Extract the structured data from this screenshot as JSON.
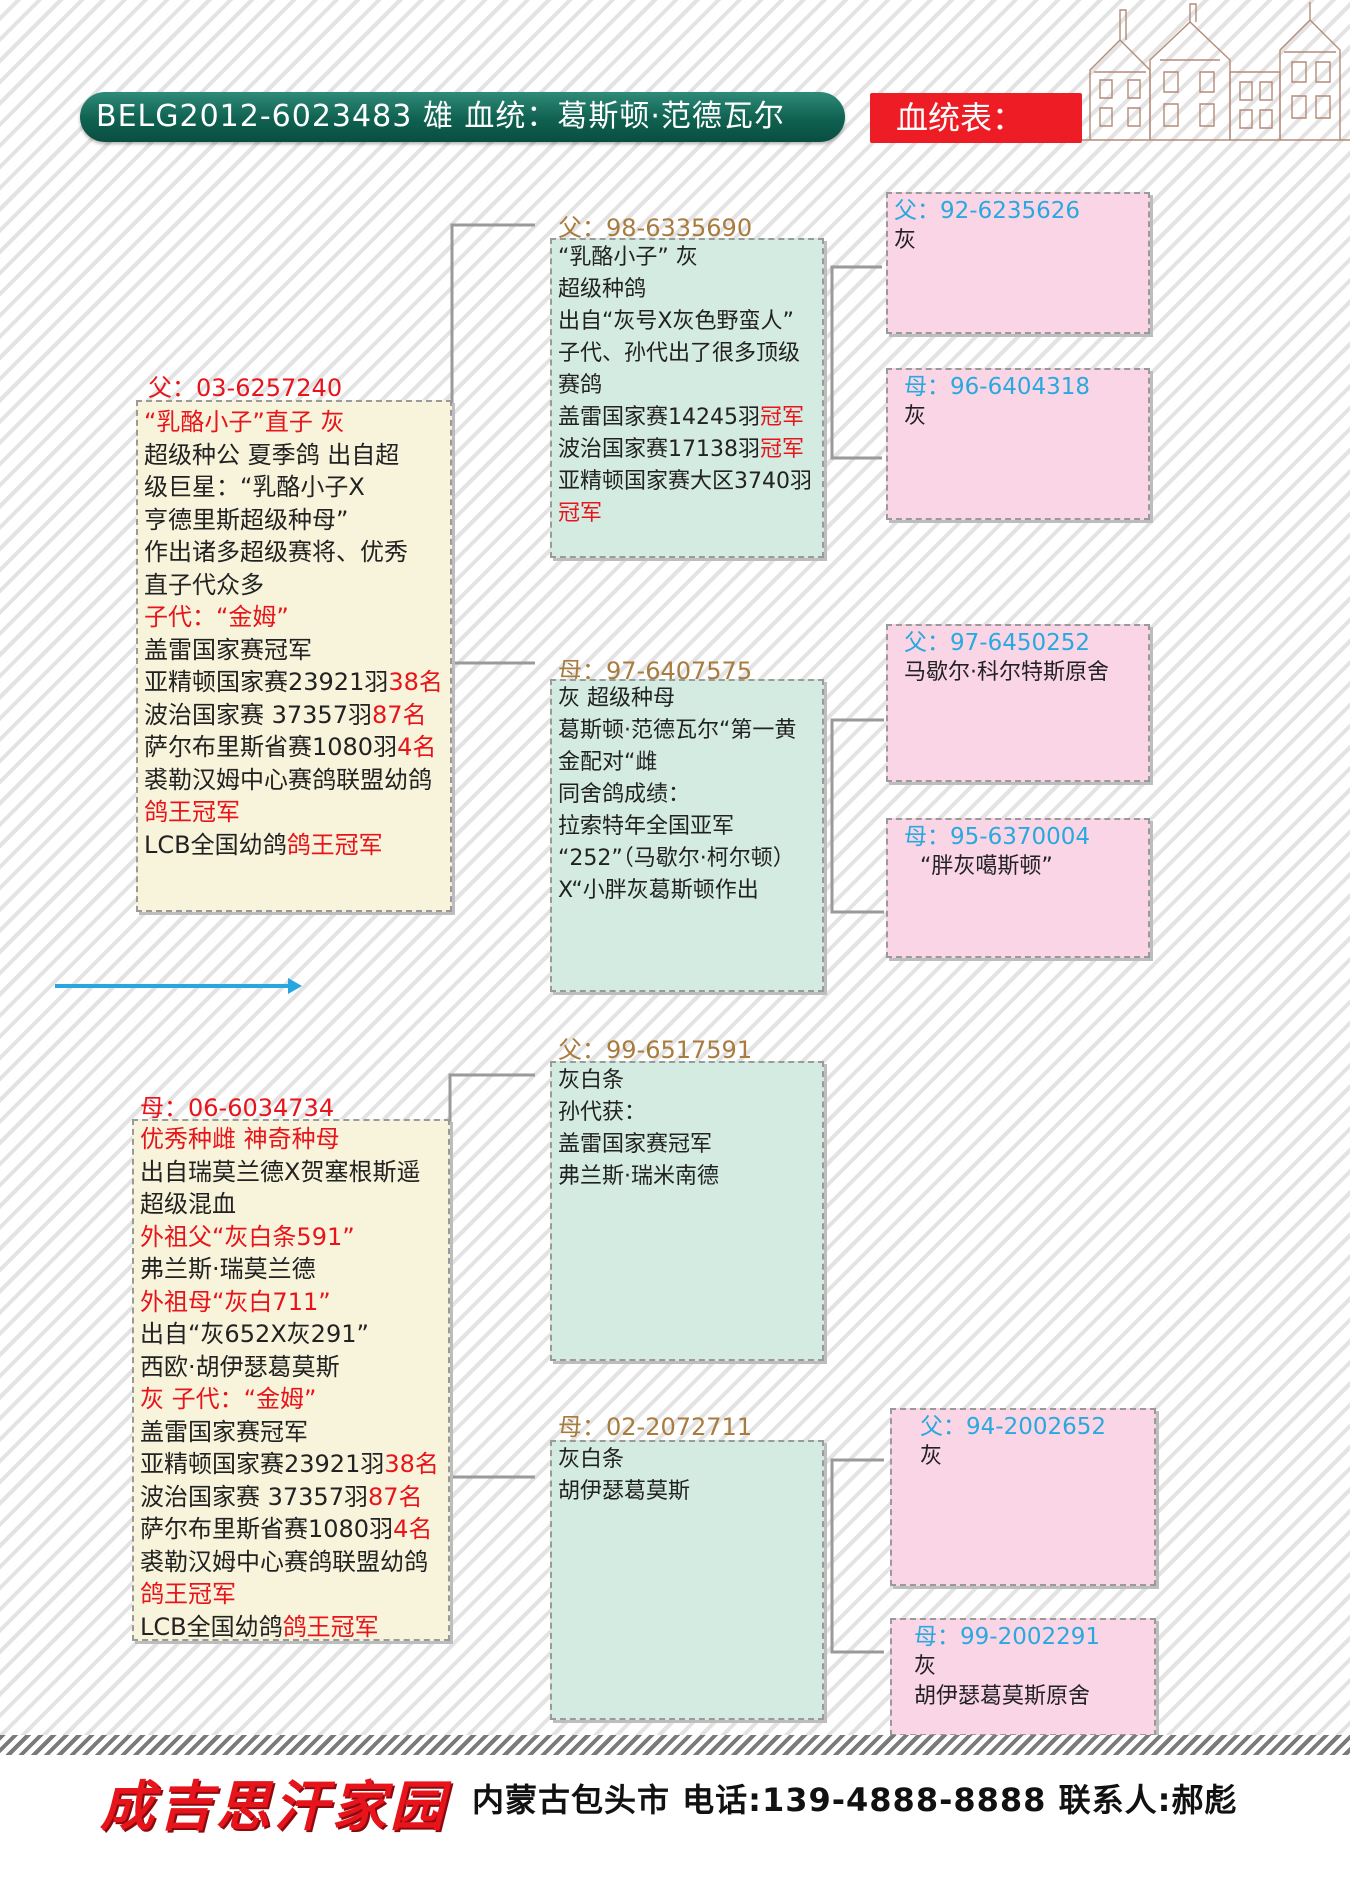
{
  "header": {
    "title": "BELG2012-6023483 雄   血统：葛斯顿·范德瓦尔",
    "tag": "血统表："
  },
  "sire": {
    "label": "父：03-6257240",
    "lines": [
      [
        {
          "t": "“乳酪小子”直子 灰",
          "c": "red"
        }
      ],
      [
        {
          "t": "超级种公 夏季鸽   出自超"
        }
      ],
      [
        {
          "t": "级巨星：“乳酪小子X"
        }
      ],
      [
        {
          "t": "亨德里斯超级种母”"
        }
      ],
      [
        {
          "t": "作出诸多超级赛将、优秀"
        }
      ],
      [
        {
          "t": "直子代众多"
        }
      ],
      [
        {
          "t": "子代：“金姆”",
          "c": "red"
        }
      ],
      [
        {
          "t": "盖雷国家赛冠军"
        }
      ],
      [
        {
          "t": "亚精顿国家赛23921羽"
        },
        {
          "t": "38名",
          "c": "red"
        }
      ],
      [
        {
          "t": "波治国家赛   37357羽"
        },
        {
          "t": "87名",
          "c": "red"
        }
      ],
      [
        {
          "t": "萨尔布里斯省赛1080羽"
        },
        {
          "t": "4名",
          "c": "red"
        }
      ],
      [
        {
          "t": "裘勒汉姆中心赛鸽联盟幼鸽"
        }
      ],
      [
        {
          "t": "鸽王冠军",
          "c": "red"
        }
      ],
      [
        {
          "t": "LCB全国幼鸽"
        },
        {
          "t": "鸽王冠军",
          "c": "red"
        }
      ]
    ]
  },
  "dam": {
    "label": "母：06-6034734",
    "lines": [
      [
        {
          "t": "优秀种雌 神奇种母",
          "c": "red"
        }
      ],
      [
        {
          "t": "出自瑞莫兰德X贺塞根斯遥"
        }
      ],
      [
        {
          "t": "超级混血"
        }
      ],
      [
        {
          "t": "外祖父“灰白条591”",
          "c": "red"
        }
      ],
      [
        {
          "t": "弗兰斯·瑞莫兰德"
        }
      ],
      [
        {
          "t": "外祖母“灰白711”",
          "c": "red"
        }
      ],
      [
        {
          "t": "出自“灰652X灰291”"
        }
      ],
      [
        {
          "t": "西欧·胡伊瑟葛莫斯"
        }
      ],
      [
        {
          "t": "灰   子代：“金姆”",
          "c": "red"
        }
      ],
      [
        {
          "t": "盖雷国家赛冠军"
        }
      ],
      [
        {
          "t": "亚精顿国家赛23921羽"
        },
        {
          "t": "38名",
          "c": "red"
        }
      ],
      [
        {
          "t": "波治国家赛     37357羽"
        },
        {
          "t": "87名",
          "c": "red"
        }
      ],
      [
        {
          "t": "萨尔布里斯省赛1080羽"
        },
        {
          "t": "4名",
          "c": "red"
        }
      ],
      [
        {
          "t": "裘勒汉姆中心赛鸽联盟幼鸽"
        }
      ],
      [
        {
          "t": "鸽王冠军",
          "c": "red"
        }
      ],
      [
        {
          "t": "LCB全国幼鸽"
        },
        {
          "t": "鸽王冠军",
          "c": "red"
        }
      ]
    ]
  },
  "ss": {
    "label": "父：98-6335690",
    "lines": [
      [
        {
          "t": "“乳酪小子” 灰"
        }
      ],
      [
        {
          "t": "超级种鸽"
        }
      ],
      [
        {
          "t": "出自“灰号X灰色野蛮人”"
        }
      ],
      [
        {
          "t": "子代、孙代出了很多顶级"
        }
      ],
      [
        {
          "t": "赛鸽"
        }
      ],
      [
        {
          "t": "盖雷国家赛14245羽"
        },
        {
          "t": "冠军",
          "c": "red"
        }
      ],
      [
        {
          "t": "波治国家赛17138羽"
        },
        {
          "t": "冠军",
          "c": "red"
        }
      ],
      [
        {
          "t": "亚精顿国家赛大区3740羽"
        }
      ],
      [
        {
          "t": "冠军",
          "c": "red"
        }
      ]
    ]
  },
  "sd": {
    "label": "母：97-6407575",
    "lines": [
      [
        {
          "t": "灰 超级种母"
        }
      ],
      [
        {
          "t": "葛斯顿·范德瓦尔“第一黄"
        }
      ],
      [
        {
          "t": "金配对“雌"
        }
      ],
      [
        {
          "t": "同舍鸽成绩："
        }
      ],
      [
        {
          "t": "拉索特年全国亚军"
        }
      ],
      [
        {
          "t": "“252”（马歇尔·柯尔顿）"
        }
      ],
      [
        {
          "t": "X“小胖灰葛斯顿作出"
        }
      ]
    ]
  },
  "ds": {
    "label": "父：99-6517591",
    "lines": [
      [
        {
          "t": "灰白条"
        }
      ],
      [
        {
          "t": "孙代获："
        }
      ],
      [
        {
          "t": "盖雷国家赛冠军"
        }
      ],
      [
        {
          "t": "弗兰斯·瑞米南德"
        }
      ]
    ]
  },
  "dd": {
    "label": "母：02-2072711",
    "lines": [
      [
        {
          "t": "灰白条"
        }
      ],
      [
        {
          "t": "胡伊瑟葛莫斯"
        }
      ]
    ]
  },
  "sss": {
    "label": "父：92-6235626",
    "lines": [
      [
        {
          "t": "灰"
        }
      ]
    ]
  },
  "ssd": {
    "label": "母：96-6404318",
    "lines": [
      [
        {
          "t": "灰"
        }
      ]
    ]
  },
  "sds": {
    "label": "父：97-6450252",
    "lines": [
      [
        {
          "t": "马歇尔·科尔特斯原舍"
        }
      ]
    ]
  },
  "sdd": {
    "label": "母：95-6370004",
    "lines": [
      [
        {
          "t": "“胖灰噶斯顿”"
        }
      ]
    ]
  },
  "dds": {
    "label": "父：94-2002652",
    "lines": [
      [
        {
          "t": "灰"
        }
      ]
    ]
  },
  "ddd": {
    "label": "母：99-2002291",
    "lines": [
      [
        {
          "t": "灰"
        }
      ],
      [
        {
          "t": "胡伊瑟葛莫斯原舍"
        }
      ]
    ]
  },
  "footer": {
    "logo": "成吉思汗家园",
    "contact": "内蒙古包头市 电话:139-4888-8888 联系人:郝彪"
  }
}
